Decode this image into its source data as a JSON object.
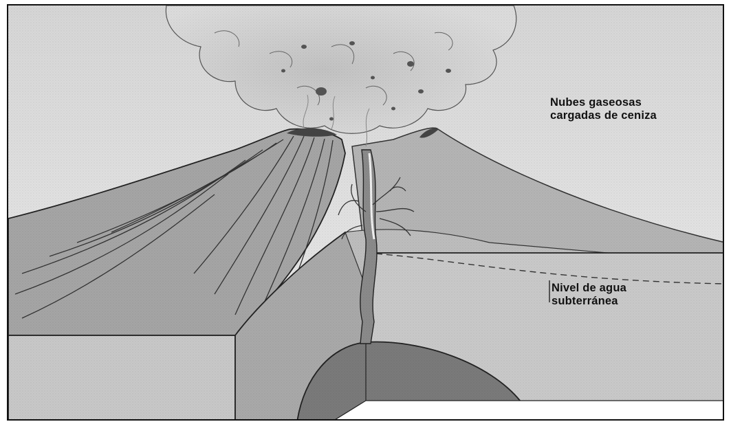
{
  "labels": {
    "clouds": {
      "line1": "Nubes gaseosas",
      "line2": "cargadas de ceniza"
    },
    "water_table": {
      "line1": "Nivel de agua",
      "line2": "subterránea"
    }
  },
  "colors": {
    "sky": "#e4e4e4",
    "cloud": "#d2d2d2",
    "cone_dark": "#9a9a9a",
    "cone_light": "#bdbdbd",
    "ground_front": "#c6c6c6",
    "ground_side": "#a8a8a8",
    "magma": "#7d7d7d",
    "outline": "#222222"
  }
}
